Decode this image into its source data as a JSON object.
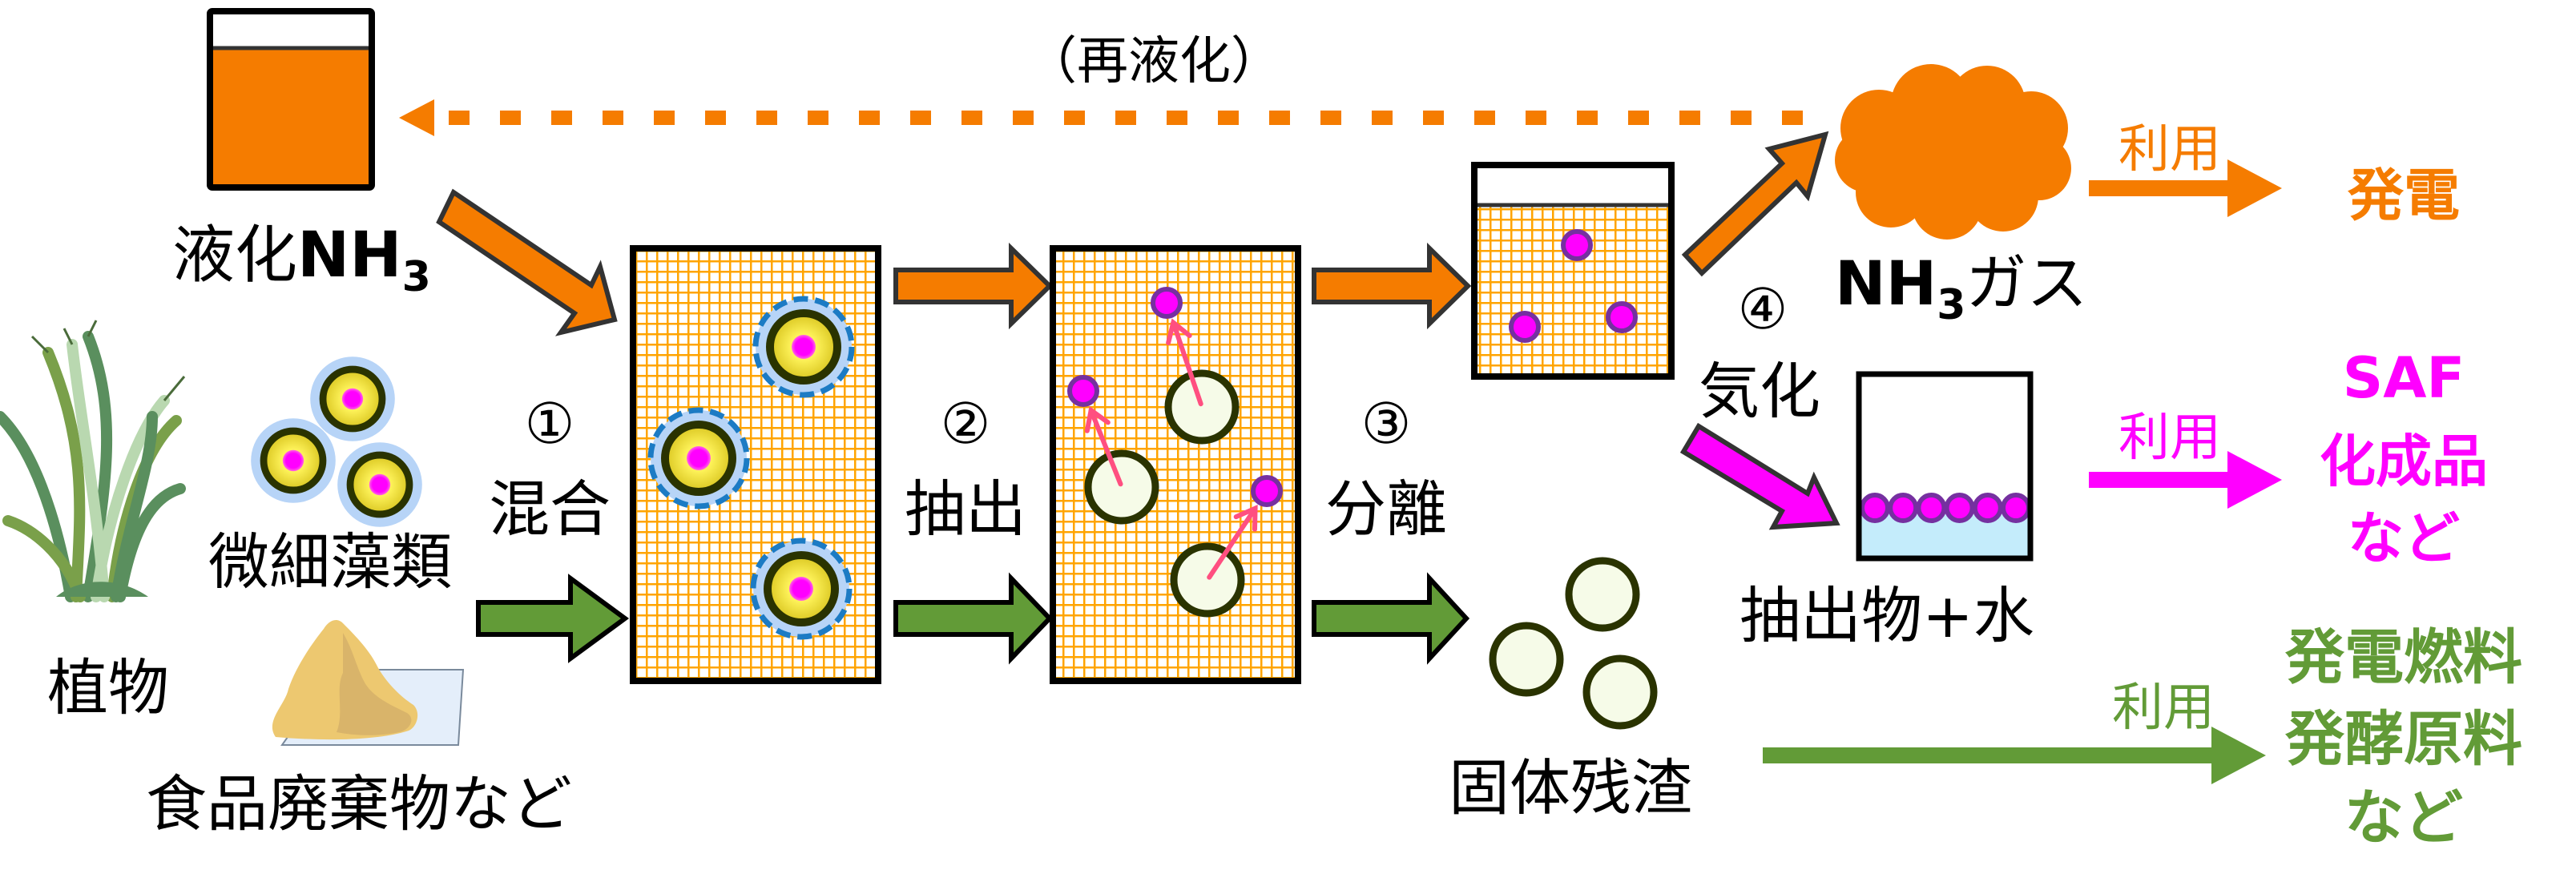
{
  "colors": {
    "orange": "#F57C00",
    "orange_text": "#F57C00",
    "green": "#629B37",
    "magenta": "#FF00FF",
    "grid": "#FFA400",
    "cell_halo": "#B7D4F7",
    "cell_dash": "#1C7BC4",
    "cell_ring": "#2A3300",
    "cell_yellow": "#F1E13C",
    "residue_fill": "#F6FBE8",
    "dot_stroke": "#7530A0",
    "pink_arrow": "#FF4F80",
    "water": "#C4ECFB",
    "outline": "#333333"
  },
  "labels": {
    "reliquefy": "（再液化）",
    "liquid_nh3_prefix": "液化",
    "liquid_nh3_formula": "NH",
    "liquid_nh3_sub": "3",
    "plants": "植物",
    "microalgae": "微細藻類",
    "food_waste": "食品廃棄物など",
    "nh3_gas_formula": "NH",
    "nh3_gas_sub": "3",
    "nh3_gas_suffix": "ガス",
    "extract_water": "抽出物+水",
    "solid_residue": "固体残渣"
  },
  "steps": [
    {
      "number": "①",
      "label": "混合"
    },
    {
      "number": "②",
      "label": "抽出"
    },
    {
      "number": "③",
      "label": "分離"
    },
    {
      "number": "④",
      "label": "気化"
    }
  ],
  "outputs": [
    {
      "use_label": "利用",
      "lines": [
        "発電"
      ],
      "color": "#F57C00"
    },
    {
      "use_label": "利用",
      "lines": [
        "SAF",
        "化成品",
        "など"
      ],
      "color": "#FF00FF"
    },
    {
      "use_label": "利用",
      "lines": [
        "発電燃料",
        "発酵原料",
        "など"
      ],
      "color": "#629B37"
    }
  ]
}
